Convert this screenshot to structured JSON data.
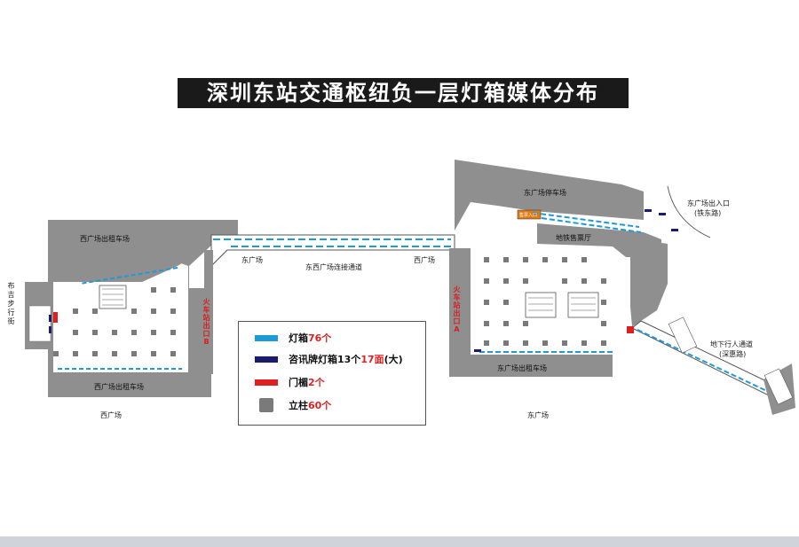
{
  "title": "深圳东站交通枢纽负一层灯箱媒体分布",
  "areas": {
    "west_north_parking": "西广场出租车场",
    "west_south_parking": "西广场出租车场",
    "west_square": "西广场",
    "east_square_top": "东广场",
    "east_square_bottom": "东广场",
    "corridor": "东西广场连接通道",
    "east_square_corridor_label": "西广场",
    "east_north_parking": "东广场停车场",
    "east_south_parking": "东广场出租车场",
    "bus_hall": "地铁售票厅",
    "metro_exit": "东广场出入口",
    "metro_exit_road": "(铁东路)",
    "underground_walkway": "地下行人通道",
    "underground_walkway_road": "(深惠路)",
    "pedestrian_street": "布吉步行街",
    "train_exit_b": "火车站出口B",
    "train_exit_a": "火车站出口A",
    "ticket_sign": "售票入口"
  },
  "legend": {
    "lightbox_label": "灯箱",
    "lightbox_count": "76个",
    "info_label": "咨讯牌灯箱",
    "info_count": "13个",
    "info_faces": "17面",
    "info_suffix": "(大)",
    "door_label": "门楣",
    "door_count": "2个",
    "pillar_label": "立柱",
    "pillar_count": "60个"
  },
  "colors": {
    "lightbox": "#1e9ad6",
    "info_board": "#1a1a6e",
    "door_lintel": "#e02020",
    "pillar": "#7a7a7a",
    "building": "#8f8f8f"
  }
}
